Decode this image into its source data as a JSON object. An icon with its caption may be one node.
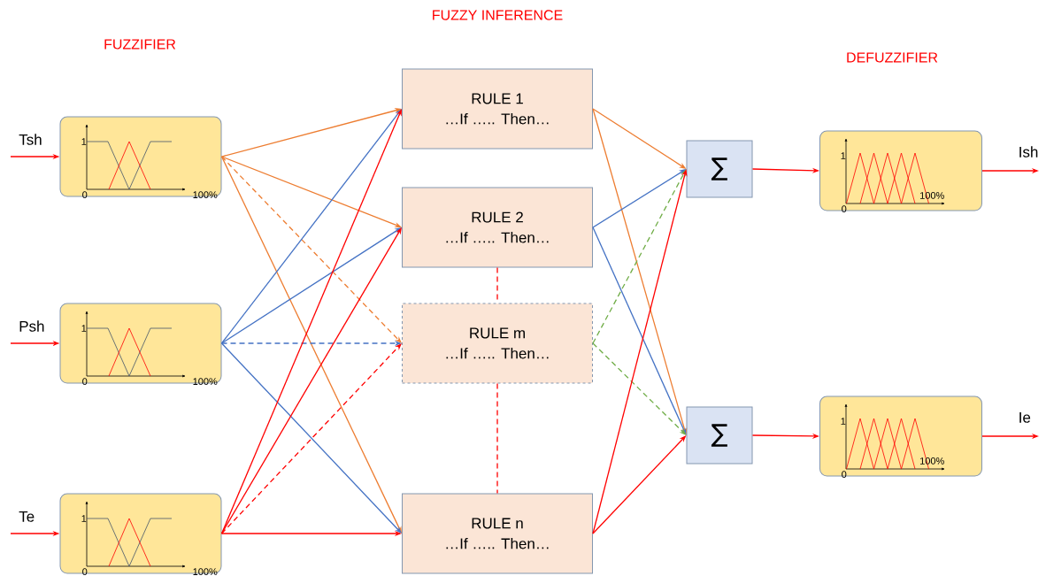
{
  "diagram": {
    "nodes": [
      {
        "text": [
          "1",
          "0",
          "100%"
        ]
      },
      {
        "text": [
          "1",
          "0",
          "100%"
        ]
      },
      {
        "text": [
          "1",
          "0",
          "100%"
        ]
      },
      {
        "text": [
          "RULE 1",
          "…If ….. Then…"
        ]
      },
      {
        "text": [
          "RULE 2",
          "…If ….. Then…"
        ]
      },
      {
        "text": [
          "RULE m",
          "…If ….. Then…"
        ]
      },
      {
        "text": [
          "RULE n",
          "…If ….. Then…"
        ]
      },
      {
        "text": [
          "∑"
        ]
      },
      {
        "text": [
          "∑"
        ]
      },
      {
        "text": [
          "1",
          "0",
          "100%"
        ]
      },
      {
        "text": [
          "1",
          "0",
          "100%"
        ]
      }
    ],
    "edges": [
      {
        "from": null,
        "to": 0,
        "arrow": "to",
        "label": "Tsh"
      },
      {
        "from": null,
        "to": 1,
        "arrow": "to",
        "label": "Psh"
      },
      {
        "from": null,
        "to": 2,
        "arrow": "to",
        "label": "Te"
      },
      {
        "from": 0,
        "to": 3,
        "arrow": "to",
        "color": "#ed7d31"
      },
      {
        "from": 0,
        "to": 4,
        "arrow": "to",
        "color": "#ed7d31"
      },
      {
        "from": 0,
        "to": 5,
        "arrow": "to",
        "color": "#ed7d31",
        "style": "dashed"
      },
      {
        "from": 0,
        "to": 6,
        "arrow": "to",
        "color": "#ed7d31"
      },
      {
        "from": 1,
        "to": 3,
        "arrow": "to",
        "color": "#4472c4"
      },
      {
        "from": 1,
        "to": 4,
        "arrow": "to",
        "color": "#4472c4"
      },
      {
        "from": 1,
        "to": 5,
        "arrow": "to",
        "color": "#4472c4",
        "style": "dashed"
      },
      {
        "from": 1,
        "to": 6,
        "arrow": "to",
        "color": "#4472c4"
      },
      {
        "from": 2,
        "to": 3,
        "arrow": "to"
      },
      {
        "from": 2,
        "to": 4,
        "arrow": "to"
      },
      {
        "from": 2,
        "to": 5,
        "arrow": "to",
        "style": "dashed"
      },
      {
        "from": 2,
        "to": 6,
        "arrow": "to"
      },
      {
        "from": 4,
        "to": 5,
        "arrow": "none",
        "style": "dashed"
      },
      {
        "from": 5,
        "to": 6,
        "arrow": "none",
        "style": "dashed"
      },
      {
        "from": 3,
        "to": 7,
        "arrow": "to",
        "color": "#ed7d31"
      },
      {
        "from": 3,
        "to": 8,
        "arrow": "to",
        "color": "#ed7d31"
      },
      {
        "from": 4,
        "to": 7,
        "arrow": "to",
        "color": "#4472c4"
      },
      {
        "from": 4,
        "to": 8,
        "arrow": "to",
        "color": "#4472c4"
      },
      {
        "from": 5,
        "to": 7,
        "arrow": "to",
        "color": "#70ad47",
        "style": "dashed"
      },
      {
        "from": 5,
        "to": 8,
        "arrow": "to",
        "color": "#70ad47",
        "style": "dashed"
      },
      {
        "from": 6,
        "to": 7,
        "arrow": "to"
      },
      {
        "from": 6,
        "to": 8,
        "arrow": "to"
      },
      {
        "from": 7,
        "to": 9,
        "arrow": "to"
      },
      {
        "from": 8,
        "to": 10,
        "arrow": "to"
      },
      {
        "from": 9,
        "to": null,
        "arrow": "to",
        "label": "Ish"
      },
      {
        "from": 10,
        "to": null,
        "arrow": "to",
        "label": "Ie"
      }
    ],
    "labels": [
      "FUZZY INFERENCE",
      "FUZZIFIER",
      "DEFUZZIFIER"
    ]
  }
}
